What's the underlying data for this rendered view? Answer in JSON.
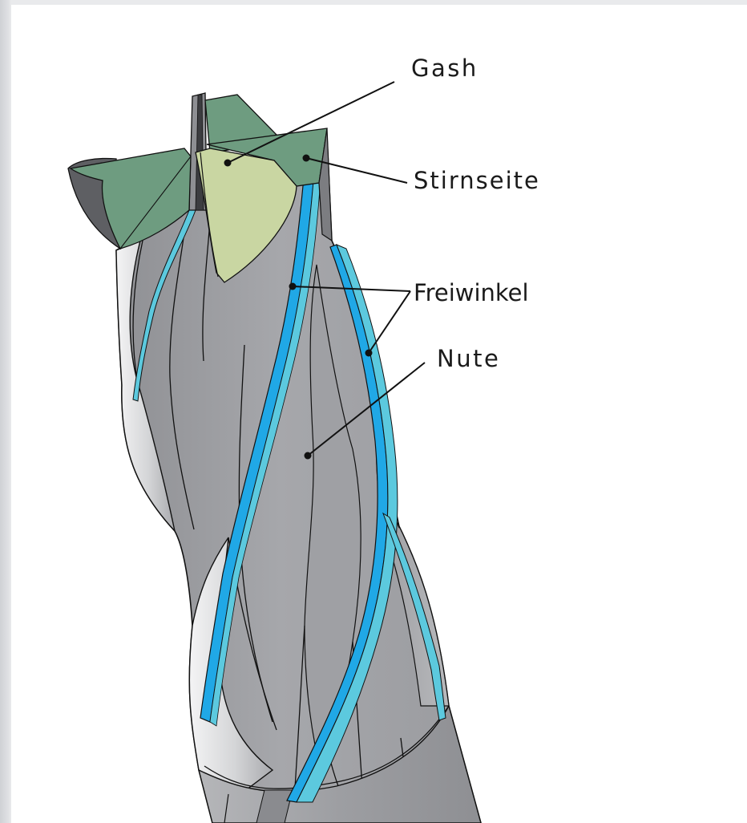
{
  "labels": {
    "gash": "Gash",
    "stirnseite": "Stirnseite",
    "freiwinkel": "Freiwinkel",
    "nute": "Nute"
  },
  "colors": {
    "body_gray": "#a3a4a8",
    "flute_light": "#dcdcde",
    "face_green": "#6e9c80",
    "gash_yellow": "#c9d6a2",
    "relief_blue": "#20a8e6",
    "margin_cyan": "#5cc9de",
    "outline": "#111111"
  },
  "icons": [
    "leader-dot"
  ]
}
